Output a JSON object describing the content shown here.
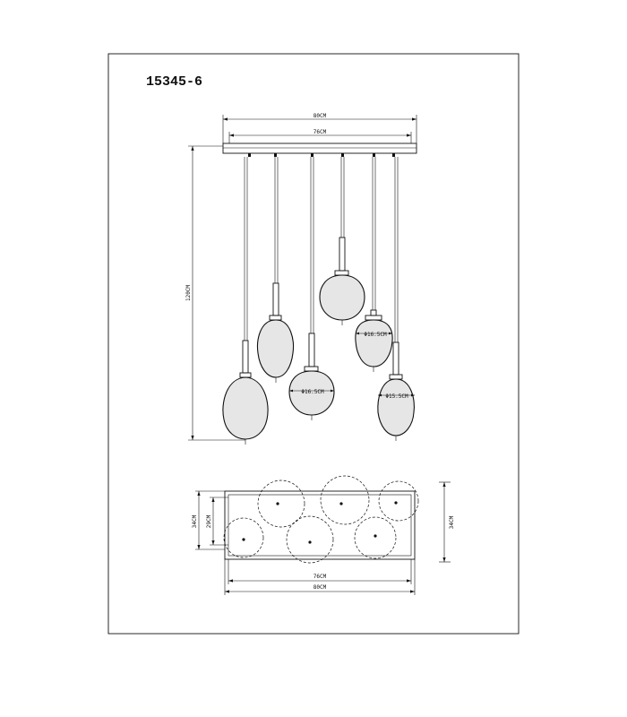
{
  "title": "15345-6",
  "elevation": {
    "overall_width": "80CM",
    "mount_width": "76CM",
    "height": "120CM",
    "shade_diameter_1": "Φ16.5CM",
    "shade_diameter_2": "Φ16.5CM",
    "shade_diameter_3": "Φ15.5CM"
  },
  "plan": {
    "outer_depth": "34CM",
    "inner_depth": "29CM",
    "right_depth": "34CM",
    "inner_width": "76CM",
    "outer_width": "80CM"
  }
}
